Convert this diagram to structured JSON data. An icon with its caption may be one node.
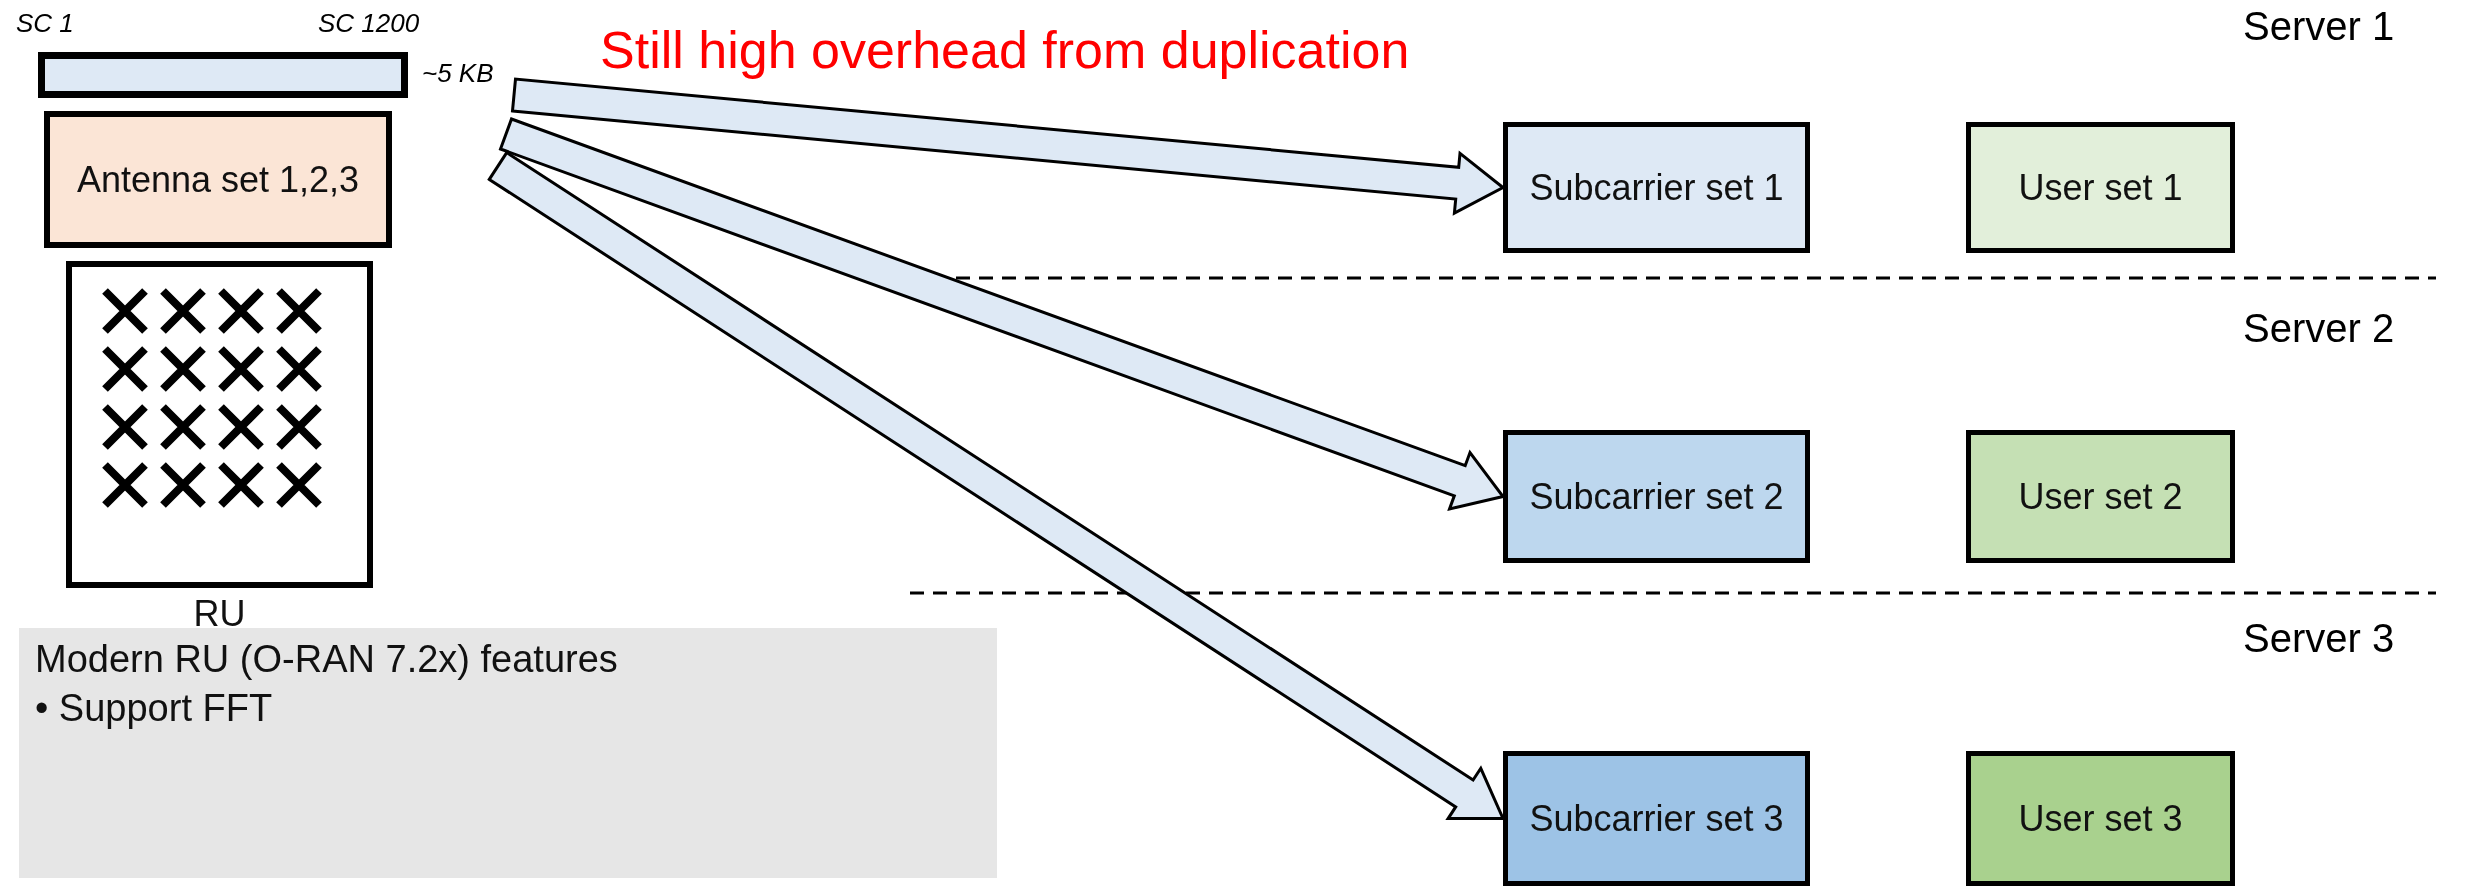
{
  "diagram": {
    "title": "Still high overhead from duplication",
    "nodes": [
      {
        "text": [],
        "shape": "bar",
        "beside": [
          "SC 1",
          "SC 1200",
          "~5 KB"
        ]
      },
      {
        "text": [
          "Antenna set 1,2,3"
        ]
      },
      {
        "text": [
          "RU"
        ]
      },
      {
        "text": [
          "Modern RU (O-RAN 7.2x) features",
          "• Support FFT"
        ]
      },
      {
        "text": [
          "Subcarrier set 1"
        ]
      },
      {
        "text": [
          "User set 1"
        ]
      },
      {
        "text": [
          "Subcarrier set 2"
        ]
      },
      {
        "text": [
          "User set 2"
        ]
      },
      {
        "text": [
          "Subcarrier set 3"
        ]
      },
      {
        "text": [
          "User set 3"
        ]
      }
    ],
    "edges": [
      {
        "from": 0,
        "to": 4,
        "arrow": "to",
        "style": "thick"
      },
      {
        "from": 0,
        "to": 6,
        "arrow": "to",
        "style": "thick"
      },
      {
        "from": 0,
        "to": 8,
        "arrow": "to",
        "style": "thick"
      }
    ],
    "labels": [
      "Server 1",
      "Server 2",
      "Server 3"
    ]
  }
}
